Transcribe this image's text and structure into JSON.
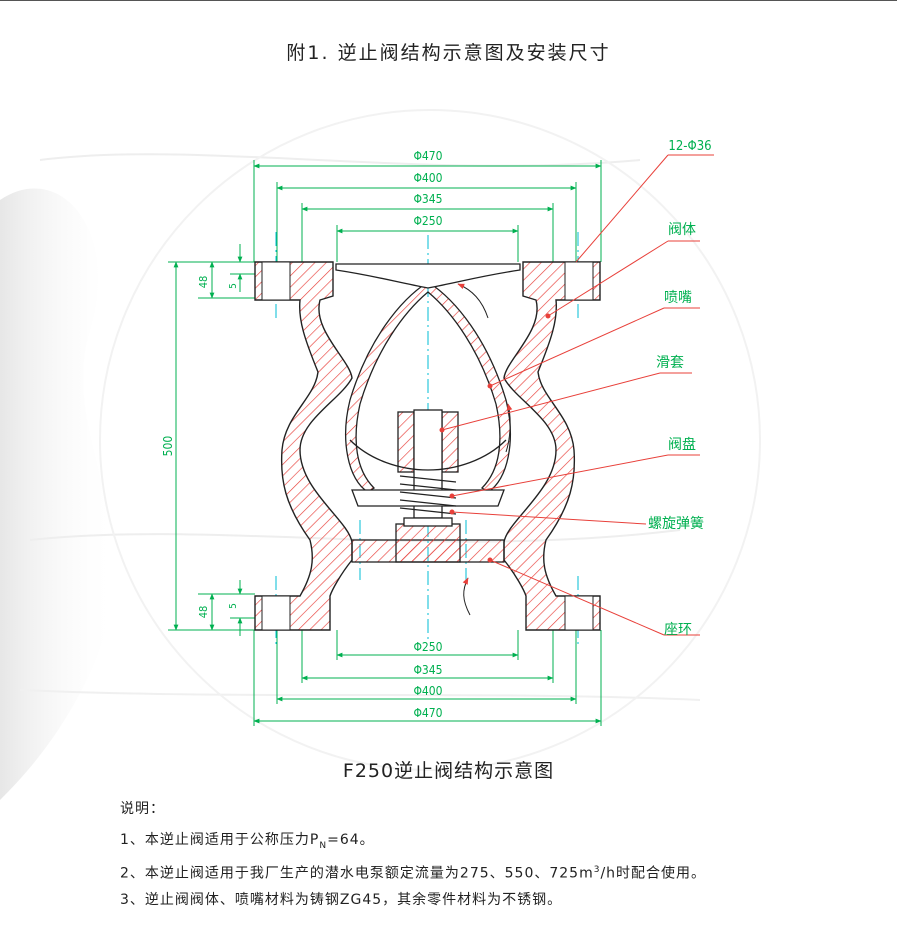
{
  "title": "附1. 逆止阀结构示意图及安装尺寸",
  "figure_caption": "F250逆止阀结构示意图",
  "dimensions": {
    "top": [
      "Φ470",
      "Φ400",
      "Φ345",
      "Φ250"
    ],
    "bottom": [
      "Φ250",
      "Φ345",
      "Φ400",
      "Φ470"
    ],
    "height": "500",
    "flange_top": "48",
    "flange_top_small": "5",
    "flange_bottom": "48",
    "flange_bottom_small": "5",
    "bolts": "12-Φ36"
  },
  "parts": [
    "阀体",
    "喷嘴",
    "滑套",
    "阀盘",
    "螺旋弹簧",
    "座环"
  ],
  "notes": {
    "heading": "说明：",
    "items": [
      {
        "prefix": "1、本逆止阀适用于公称压力P",
        "sub": "N",
        "suffix": "=64。"
      },
      {
        "prefix": "2、本逆止阀适用于我厂生产的潜水电泵额定流量为275、550、725m",
        "sup": "3",
        "suffix": "/h时配合使用。"
      },
      {
        "prefix": "3、逆止阀阀体、喷嘴材料为铸钢ZG45，其余零件材料为不锈钢。"
      }
    ]
  },
  "colors": {
    "dimension": "#00b050",
    "outline": "#222222",
    "hatch": "#e8403a",
    "leader": "#e8403a",
    "centerline": "#00bcd4"
  }
}
